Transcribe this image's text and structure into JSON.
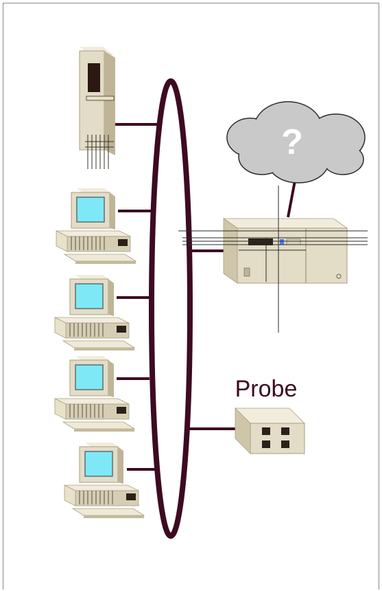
{
  "diagram": {
    "cloud_symbol": "?",
    "probe_label": "Probe",
    "nodes": [
      {
        "kind": "server-tower",
        "icon": "server-tower-icon"
      },
      {
        "kind": "workstation",
        "icon": "workstation-icon"
      },
      {
        "kind": "workstation",
        "icon": "workstation-icon"
      },
      {
        "kind": "workstation",
        "icon": "workstation-icon"
      },
      {
        "kind": "workstation",
        "icon": "workstation-icon"
      },
      {
        "kind": "router",
        "icon": "router-icon"
      },
      {
        "kind": "probe",
        "icon": "probe-icon"
      },
      {
        "kind": "cloud",
        "icon": "cloud-icon"
      }
    ],
    "colors": {
      "ring": "#3d0a22",
      "device_beige": "#e3dcc6",
      "device_shadow": "#b9ae92",
      "screen": "#7fe8f6",
      "cloud": "#c9c9c9"
    }
  }
}
